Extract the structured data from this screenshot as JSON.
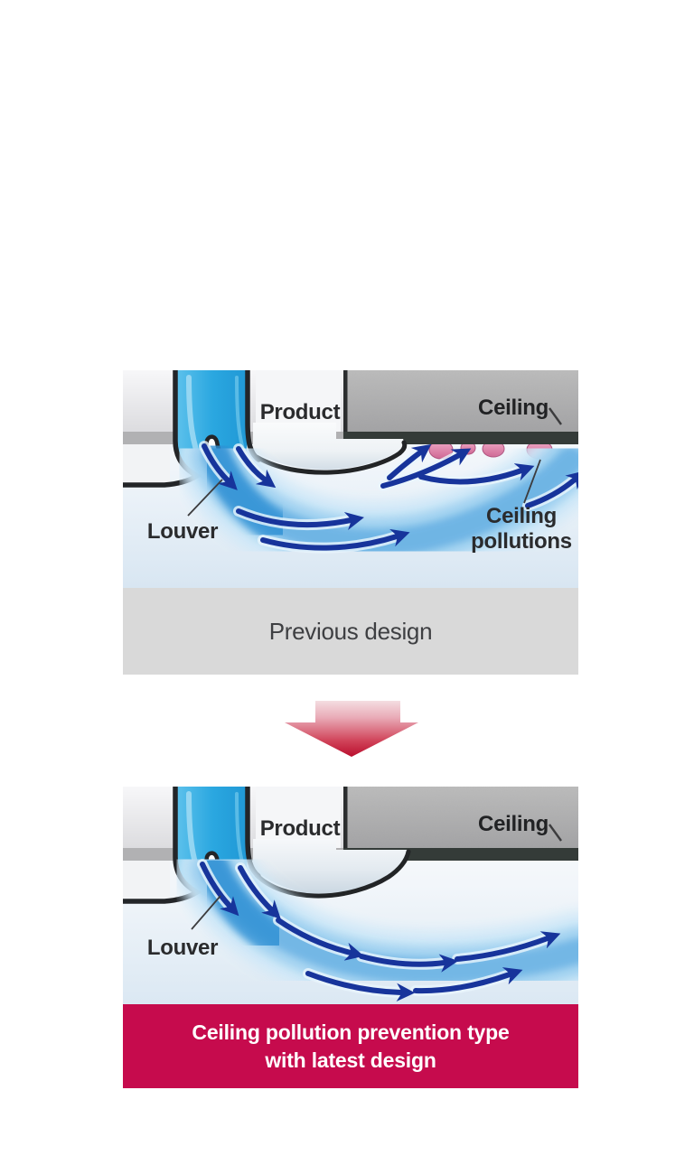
{
  "diagrams": {
    "previous": {
      "labels": {
        "product": "Product",
        "ceiling": "Ceiling",
        "louver": "Louver",
        "pollutions": "Ceiling pollutions"
      },
      "caption": "Previous design"
    },
    "latest": {
      "labels": {
        "product": "Product",
        "ceiling": "Ceiling",
        "louver": "Louver"
      },
      "caption_line1": "Ceiling pollution prevention type",
      "caption_line2": "with latest design"
    }
  },
  "colors": {
    "previous_caption_bg": "#d9d9d9",
    "latest_caption_bg": "#c60b4d",
    "transition_arrow_red": "#ba0e2e",
    "airflow_arrow_blue": "#17349b",
    "duct_blue": "#2aa7e0",
    "ceiling_pollution_pink": "#dd7fa8",
    "ceiling_gray": "#a9a9a9"
  }
}
